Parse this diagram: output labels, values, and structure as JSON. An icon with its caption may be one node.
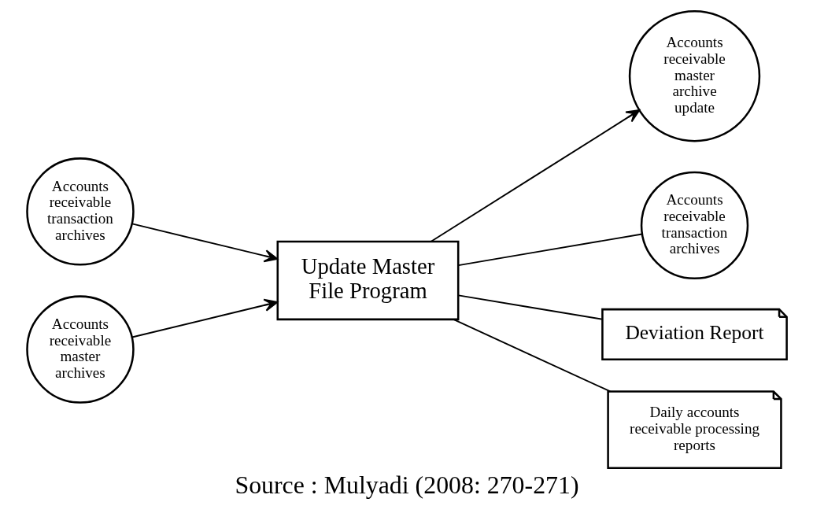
{
  "diagram": {
    "caption": "Source : Mulyadi (2008: 270-271)",
    "nodes": [
      {
        "text": [
          "Accounts receivable transaction archives"
        ]
      },
      {
        "text": [
          "Accounts receivable master archives"
        ]
      },
      {
        "text": [
          "Update Master File Program"
        ]
      },
      {
        "text": [
          "Accounts receivable master archive update"
        ]
      },
      {
        "text": [
          "Accounts receivable transaction archives"
        ]
      },
      {
        "text": [
          "Deviation Report"
        ]
      },
      {
        "text": [
          "Daily accounts receivable processing reports"
        ]
      }
    ],
    "edges": [
      {
        "from": 0,
        "to": 2,
        "arrow": "to"
      },
      {
        "from": 1,
        "to": 2,
        "arrow": "to"
      },
      {
        "from": 2,
        "to": 3,
        "arrow": "to"
      },
      {
        "from": 2,
        "to": 4,
        "arrow": "none"
      },
      {
        "from": 2,
        "to": 5,
        "arrow": "none"
      },
      {
        "from": 2,
        "to": 6,
        "arrow": "none"
      }
    ]
  }
}
